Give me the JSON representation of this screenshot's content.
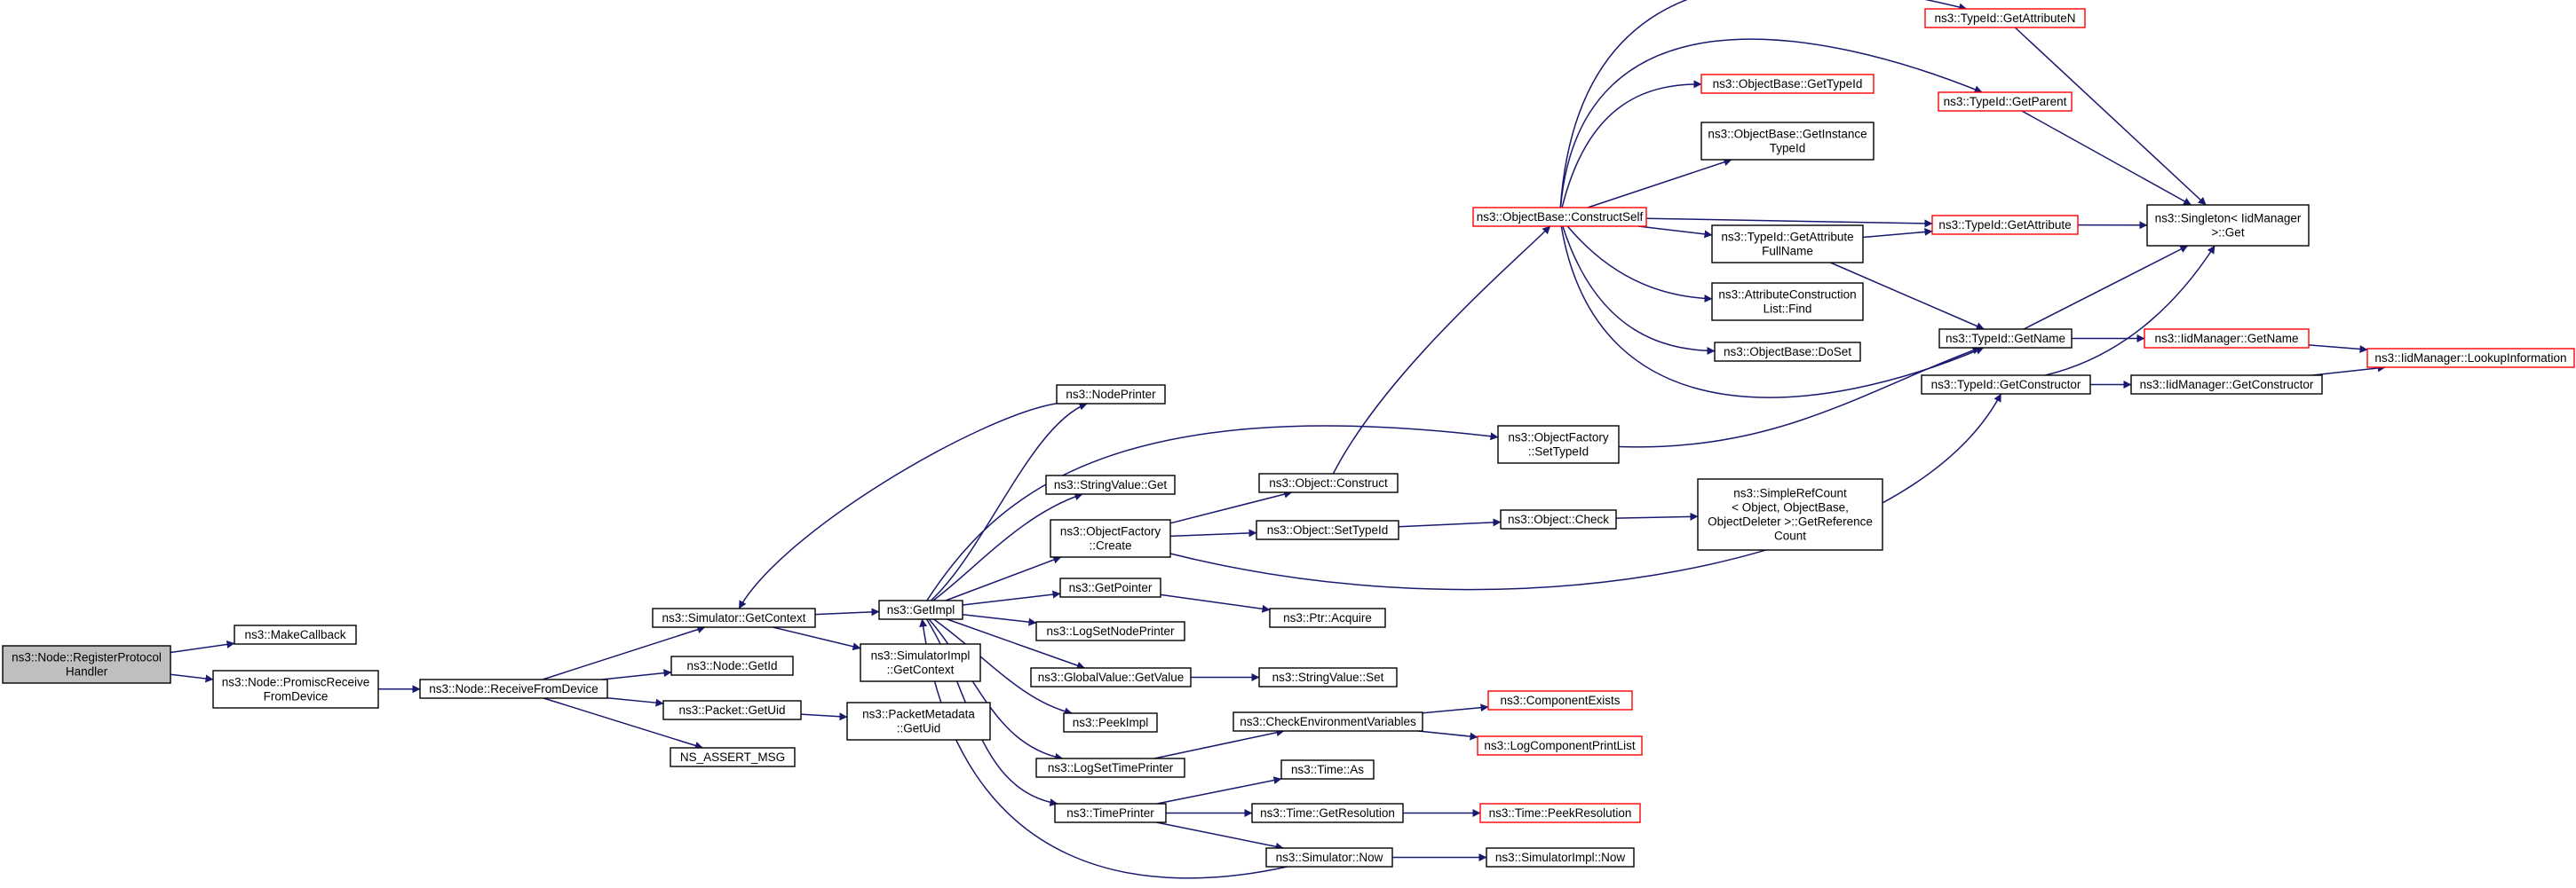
{
  "colors": {
    "edge": "#191970",
    "border_normal": "#000000",
    "border_truncated": "#ff0000",
    "root_fill": "#bfbfbf",
    "node_fill": "#ffffff"
  },
  "nodes": [
    {
      "id": "root",
      "lines": [
        "ns3::Node::RegisterProtocol",
        "Handler"
      ],
      "style": "root"
    },
    {
      "id": "makecallback",
      "lines": [
        "ns3::MakeCallback"
      ],
      "style": "normal"
    },
    {
      "id": "promisc",
      "lines": [
        "ns3::Node::PromiscReceive",
        "FromDevice"
      ],
      "style": "normal"
    },
    {
      "id": "receivefromdevice",
      "lines": [
        "ns3::Node::ReceiveFromDevice"
      ],
      "style": "normal"
    },
    {
      "id": "getcontext",
      "lines": [
        "ns3::Simulator::GetContext"
      ],
      "style": "normal"
    },
    {
      "id": "nodegetid",
      "lines": [
        "ns3::Node::GetId"
      ],
      "style": "normal"
    },
    {
      "id": "packetgetuid",
      "lines": [
        "ns3::Packet::GetUid"
      ],
      "style": "normal"
    },
    {
      "id": "nsassert",
      "lines": [
        "NS_ASSERT_MSG"
      ],
      "style": "normal"
    },
    {
      "id": "getimpl",
      "lines": [
        "ns3::GetImpl"
      ],
      "style": "normal"
    },
    {
      "id": "simimplgetcontext",
      "lines": [
        "ns3::SimulatorImpl",
        "::GetContext"
      ],
      "style": "normal"
    },
    {
      "id": "pktmetagetuid",
      "lines": [
        "ns3::PacketMetadata",
        "::GetUid"
      ],
      "style": "normal"
    },
    {
      "id": "nodeprinter",
      "lines": [
        "ns3::NodePrinter"
      ],
      "style": "normal"
    },
    {
      "id": "stringvalueget",
      "lines": [
        "ns3::StringValue::Get"
      ],
      "style": "normal"
    },
    {
      "id": "objfactorycreate",
      "lines": [
        "ns3::ObjectFactory",
        "::Create"
      ],
      "style": "normal"
    },
    {
      "id": "getpointer",
      "lines": [
        "ns3::GetPointer"
      ],
      "style": "normal"
    },
    {
      "id": "logsetnodeprinter",
      "lines": [
        "ns3::LogSetNodePrinter"
      ],
      "style": "normal"
    },
    {
      "id": "globalvaluegetvalue",
      "lines": [
        "ns3::GlobalValue::GetValue"
      ],
      "style": "normal"
    },
    {
      "id": "peekimpl",
      "lines": [
        "ns3::PeekImpl"
      ],
      "style": "normal"
    },
    {
      "id": "logsettimeprinter",
      "lines": [
        "ns3::LogSetTimePrinter"
      ],
      "style": "normal"
    },
    {
      "id": "timeprinter",
      "lines": [
        "ns3::TimePrinter"
      ],
      "style": "normal"
    },
    {
      "id": "objfactorysettypeid",
      "lines": [
        "ns3::ObjectFactory",
        "::SetTypeId"
      ],
      "style": "normal"
    },
    {
      "id": "objconstruct",
      "lines": [
        "ns3::Object::Construct"
      ],
      "style": "normal"
    },
    {
      "id": "objsettypeid",
      "lines": [
        "ns3::Object::SetTypeId"
      ],
      "style": "normal"
    },
    {
      "id": "ptracquire",
      "lines": [
        "ns3::Ptr::Acquire"
      ],
      "style": "normal"
    },
    {
      "id": "stringvalueset",
      "lines": [
        "ns3::StringValue::Set"
      ],
      "style": "normal"
    },
    {
      "id": "checkenv",
      "lines": [
        "ns3::CheckEnvironmentVariables"
      ],
      "style": "normal"
    },
    {
      "id": "timeas",
      "lines": [
        "ns3::Time::As"
      ],
      "style": "normal"
    },
    {
      "id": "timegetresolution",
      "lines": [
        "ns3::Time::GetResolution"
      ],
      "style": "normal"
    },
    {
      "id": "simnow",
      "lines": [
        "ns3::Simulator::Now"
      ],
      "style": "normal"
    },
    {
      "id": "objcheck",
      "lines": [
        "ns3::Object::Check"
      ],
      "style": "normal"
    },
    {
      "id": "componentexists",
      "lines": [
        "ns3::ComponentExists"
      ],
      "style": "truncated"
    },
    {
      "id": "logcomponentprintlist",
      "lines": [
        "ns3::LogComponentPrintList"
      ],
      "style": "truncated"
    },
    {
      "id": "timepeekresolution",
      "lines": [
        "ns3::Time::PeekResolution"
      ],
      "style": "truncated"
    },
    {
      "id": "simimplnow",
      "lines": [
        "ns3::SimulatorImpl::Now"
      ],
      "style": "normal"
    },
    {
      "id": "simplerefcount",
      "lines": [
        "ns3::SimpleRefCount",
        "< Object, ObjectBase,",
        "ObjectDeleter >::GetReference",
        "Count"
      ],
      "style": "normal"
    },
    {
      "id": "constructself",
      "lines": [
        "ns3::ObjectBase::ConstructSelf"
      ],
      "style": "truncated"
    },
    {
      "id": "objbasegettypeid",
      "lines": [
        "ns3::ObjectBase::GetTypeId"
      ],
      "style": "truncated"
    },
    {
      "id": "objbasegetinstance",
      "lines": [
        "ns3::ObjectBase::GetInstance",
        "TypeId"
      ],
      "style": "normal"
    },
    {
      "id": "typeidgetattrfullname",
      "lines": [
        "ns3::TypeId::GetAttribute",
        "FullName"
      ],
      "style": "normal"
    },
    {
      "id": "attrconstructfind",
      "lines": [
        "ns3::AttributeConstruction",
        "List::Find"
      ],
      "style": "normal"
    },
    {
      "id": "objbasedoset",
      "lines": [
        "ns3::ObjectBase::DoSet"
      ],
      "style": "normal"
    },
    {
      "id": "typeidgetattributen",
      "lines": [
        "ns3::TypeId::GetAttributeN"
      ],
      "style": "truncated"
    },
    {
      "id": "typeidgetparent",
      "lines": [
        "ns3::TypeId::GetParent"
      ],
      "style": "truncated"
    },
    {
      "id": "typeidgetattribute",
      "lines": [
        "ns3::TypeId::GetAttribute"
      ],
      "style": "truncated"
    },
    {
      "id": "typeidgetname",
      "lines": [
        "ns3::TypeId::GetName"
      ],
      "style": "normal"
    },
    {
      "id": "typeidgetconstructor",
      "lines": [
        "ns3::TypeId::GetConstructor"
      ],
      "style": "normal"
    },
    {
      "id": "singletonget",
      "lines": [
        "ns3::Singleton< IidManager",
        " >::Get"
      ],
      "style": "normal"
    },
    {
      "id": "iidgetname",
      "lines": [
        "ns3::IidManager::GetName"
      ],
      "style": "truncated"
    },
    {
      "id": "iidgetconstructor",
      "lines": [
        "ns3::IidManager::GetConstructor"
      ],
      "style": "normal"
    },
    {
      "id": "iidlookup",
      "lines": [
        "ns3::IidManager::LookupInformation"
      ],
      "style": "truncated"
    }
  ],
  "edges": [
    [
      "root",
      "makecallback"
    ],
    [
      "root",
      "promisc"
    ],
    [
      "promisc",
      "receivefromdevice"
    ],
    [
      "receivefromdevice",
      "getcontext"
    ],
    [
      "receivefromdevice",
      "nodegetid"
    ],
    [
      "receivefromdevice",
      "packetgetuid"
    ],
    [
      "receivefromdevice",
      "nsassert"
    ],
    [
      "getcontext",
      "getimpl"
    ],
    [
      "getcontext",
      "simimplgetcontext"
    ],
    [
      "packetgetuid",
      "pktmetagetuid"
    ],
    [
      "getimpl",
      "nodeprinter"
    ],
    [
      "getimpl",
      "objfactorysettypeid"
    ],
    [
      "getimpl",
      "stringvalueget"
    ],
    [
      "getimpl",
      "objfactorycreate"
    ],
    [
      "getimpl",
      "getpointer"
    ],
    [
      "getimpl",
      "logsetnodeprinter"
    ],
    [
      "getimpl",
      "globalvaluegetvalue"
    ],
    [
      "getimpl",
      "peekimpl"
    ],
    [
      "getimpl",
      "logsettimeprinter"
    ],
    [
      "getimpl",
      "timeprinter"
    ],
    [
      "nodeprinter",
      "getcontext"
    ],
    [
      "simnow",
      "getimpl"
    ],
    [
      "objfactorycreate",
      "objconstruct"
    ],
    [
      "objfactorycreate",
      "objsettypeid"
    ],
    [
      "objfactorycreate",
      "typeidgetconstructor"
    ],
    [
      "getpointer",
      "ptracquire"
    ],
    [
      "globalvaluegetvalue",
      "stringvalueset"
    ],
    [
      "logsettimeprinter",
      "checkenv"
    ],
    [
      "timeprinter",
      "timeas"
    ],
    [
      "timeprinter",
      "timegetresolution"
    ],
    [
      "timeprinter",
      "simnow"
    ],
    [
      "objfactorysettypeid",
      "typeidgetname"
    ],
    [
      "objconstruct",
      "constructself"
    ],
    [
      "objsettypeid",
      "objcheck"
    ],
    [
      "objcheck",
      "simplerefcount"
    ],
    [
      "checkenv",
      "componentexists"
    ],
    [
      "checkenv",
      "logcomponentprintlist"
    ],
    [
      "timegetresolution",
      "timepeekresolution"
    ],
    [
      "simnow",
      "simimplnow"
    ],
    [
      "constructself",
      "typeidgetattributen"
    ],
    [
      "constructself",
      "objbasegettypeid"
    ],
    [
      "constructself",
      "typeidgetparent"
    ],
    [
      "constructself",
      "objbasegetinstance"
    ],
    [
      "constructself",
      "typeidgetattribute"
    ],
    [
      "constructself",
      "typeidgetattrfullname"
    ],
    [
      "constructself",
      "attrconstructfind"
    ],
    [
      "constructself",
      "objbasedoset"
    ],
    [
      "constructself",
      "typeidgetname"
    ],
    [
      "typeidgetattrfullname",
      "typeidgetattribute"
    ],
    [
      "typeidgetattrfullname",
      "typeidgetname"
    ],
    [
      "typeidgetattributen",
      "singletonget"
    ],
    [
      "typeidgetparent",
      "singletonget"
    ],
    [
      "typeidgetattribute",
      "singletonget"
    ],
    [
      "typeidgetname",
      "singletonget"
    ],
    [
      "typeidgetname",
      "iidgetname"
    ],
    [
      "typeidgetconstructor",
      "singletonget"
    ],
    [
      "typeidgetconstructor",
      "iidgetconstructor"
    ],
    [
      "iidgetname",
      "iidlookup"
    ],
    [
      "iidgetconstructor",
      "iidlookup"
    ]
  ]
}
